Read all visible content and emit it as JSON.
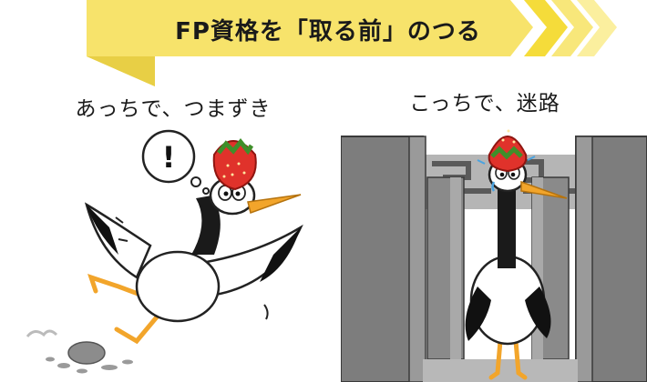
{
  "banner": {
    "title": "FP資格を「取る前」のつる",
    "color": "#f7e36b",
    "chevron_color": "#f5dc3a"
  },
  "left_panel": {
    "caption": "あっちで、つまずき",
    "thought_symbol": "!"
  },
  "right_panel": {
    "caption": "こっちで、迷路"
  },
  "colors": {
    "strawberry": "#e0322b",
    "beak": "#f2a52b",
    "wall": "#7d7d7d",
    "wall_light": "#a9a9a9"
  }
}
